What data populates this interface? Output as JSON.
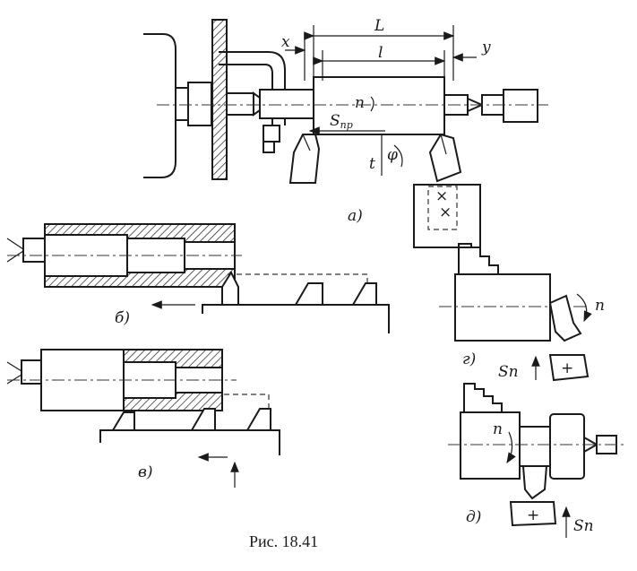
{
  "figure": {
    "caption": "Рис.  18.41"
  },
  "panels": {
    "a": {
      "label": "а)"
    },
    "b": {
      "label": "б)"
    },
    "v": {
      "label": "в)"
    },
    "g": {
      "label": "г)"
    },
    "d": {
      "label": "д)"
    }
  },
  "dimensions": {
    "L": "L",
    "l": "l",
    "x": "x",
    "y": "y",
    "t": "t",
    "phi": "φ"
  },
  "labels": {
    "n": "n",
    "s_main": "S",
    "s_main_sub": "пр",
    "s_cross": "Sn",
    "cross_mark": "+"
  }
}
